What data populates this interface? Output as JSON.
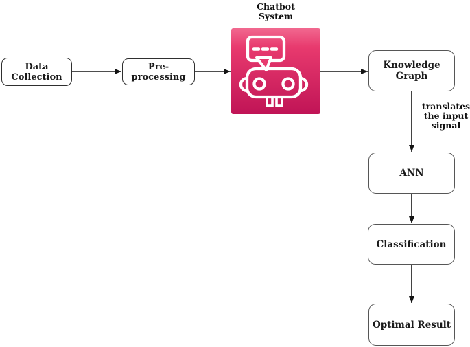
{
  "diagram": {
    "chatbot": {
      "title": "Chatbot System",
      "icon": "chatbot-robot-icon"
    },
    "nodes": [
      {
        "id": "data-collection",
        "label": "Data Collection"
      },
      {
        "id": "pre-processing",
        "label": "Pre-processing"
      },
      {
        "id": "knowledge-graph",
        "label": "Knowledge Graph"
      },
      {
        "id": "ann",
        "label": "ANN"
      },
      {
        "id": "classification",
        "label": "Classification"
      },
      {
        "id": "optimal-result",
        "label": "Optimal Result"
      }
    ],
    "edge_label": "translates the input signal",
    "edges": [
      {
        "from": "data-collection",
        "to": "pre-processing"
      },
      {
        "from": "pre-processing",
        "to": "chatbot-system"
      },
      {
        "from": "chatbot-system",
        "to": "knowledge-graph"
      },
      {
        "from": "knowledge-graph",
        "to": "ann",
        "label": "translates the input signal"
      },
      {
        "from": "ann",
        "to": "classification"
      },
      {
        "from": "classification",
        "to": "optimal-result"
      }
    ]
  },
  "colors": {
    "icon_top": "#f1688f",
    "icon_mid": "#e83a6e",
    "icon_bottom": "#c01456",
    "node_border": "#2f2f2f",
    "node_border_right": "#565656",
    "arrow": "#141414",
    "canvas_bg": "#ffffff"
  }
}
